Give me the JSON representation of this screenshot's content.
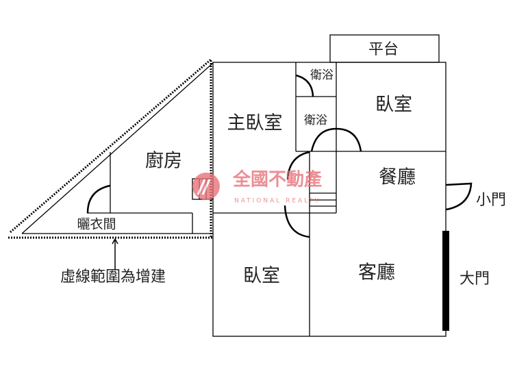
{
  "rooms": {
    "platform": "平台",
    "bath_upper": "衛浴",
    "bath_lower": "衛浴",
    "master_bedroom": "主臥室",
    "bedroom_right": "臥室",
    "kitchen": "廚房",
    "drying_room": "曬衣間",
    "dining": "餐廳",
    "living": "客廳",
    "bedroom_bottom": "臥室"
  },
  "doors": {
    "side_door": "小門",
    "main_door": "大門"
  },
  "note": "虛線範圍為增建",
  "watermark": {
    "brand_cn": "全國不動產",
    "brand_en": "NATIONAL REALTY",
    "color": "#e8737a"
  }
}
